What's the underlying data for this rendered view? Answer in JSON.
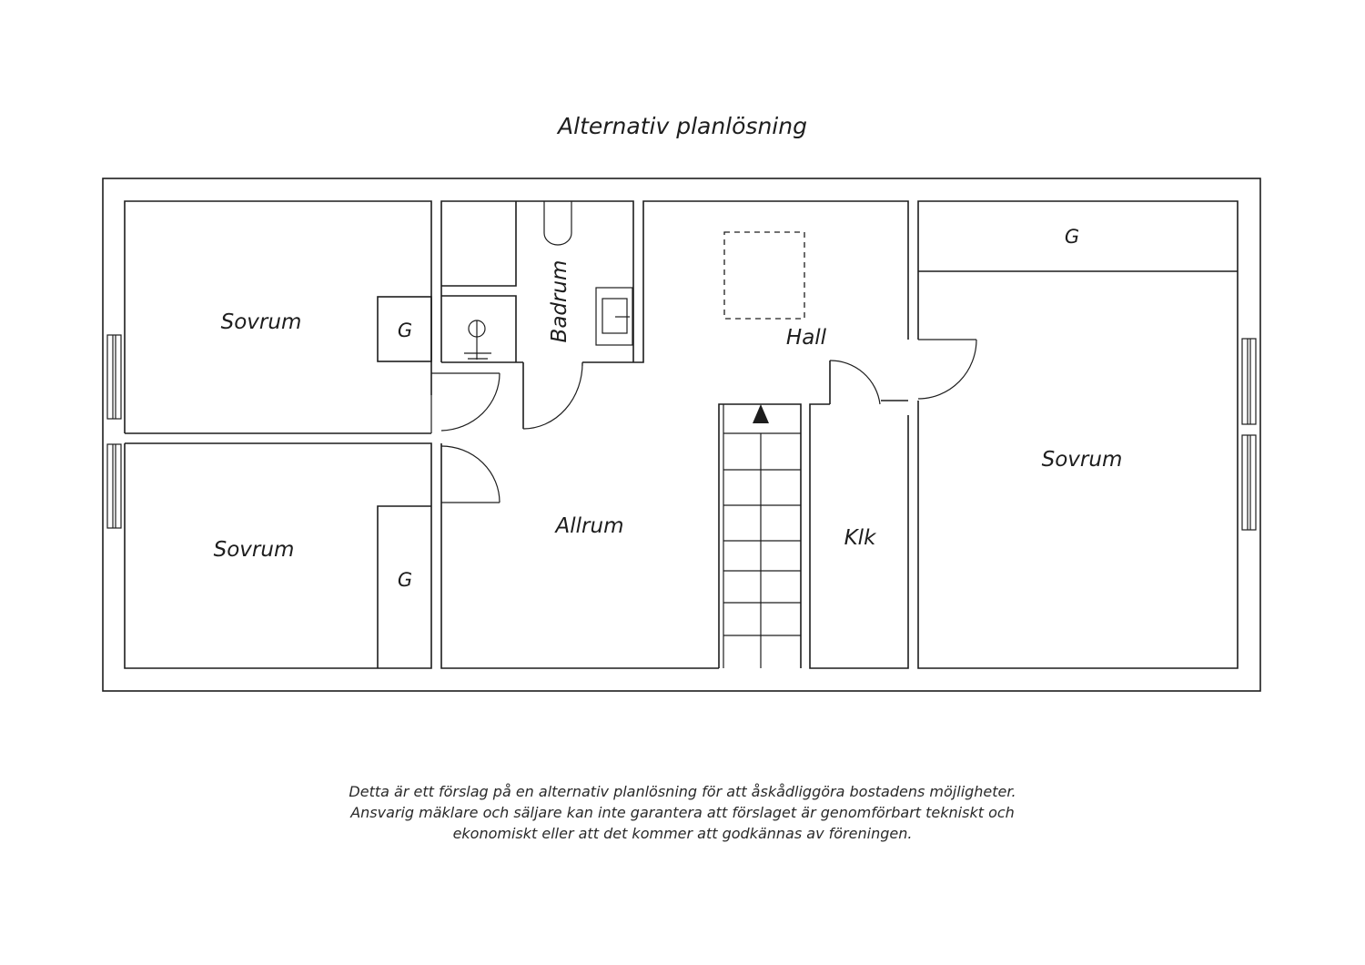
{
  "title": "Alternativ planlösning",
  "rooms": {
    "sovrum_top_left": "Sovrum",
    "sovrum_bottom_left": "Sovrum",
    "sovrum_right": "Sovrum",
    "badrum": "Badrum",
    "hall": "Hall",
    "allrum": "Allrum",
    "klk": "Klk",
    "g_top_left": "G",
    "g_bottom_left": "G",
    "g_top_right": "G"
  },
  "disclaimer": {
    "line1": "Detta är ett förslag på en alternativ planlösning för att åskådliggöra bostadens möjligheter.",
    "line2": "Ansvarig mäklare och säljare kan inte garantera att förslaget är genomförbart tekniskt och",
    "line3": "ekonomiskt eller att det kommer att godkännas av föreningen."
  }
}
